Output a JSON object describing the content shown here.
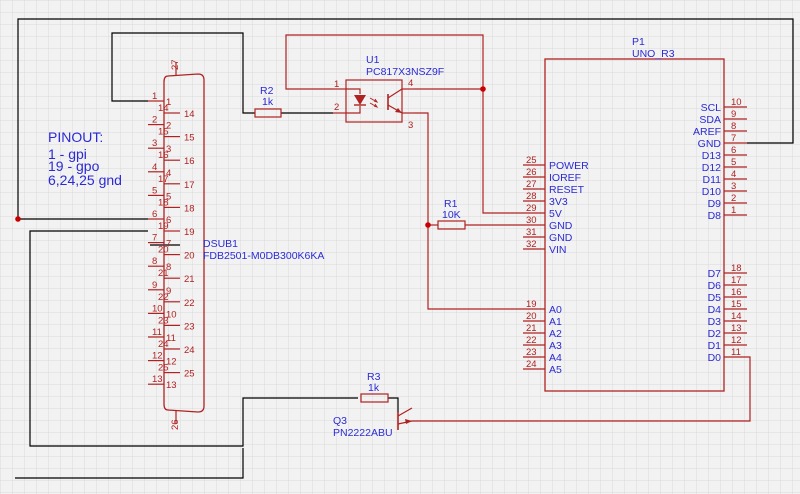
{
  "colors": {
    "background": "#f2f2f2",
    "grid": "#d4d4d4",
    "wire": "#000000",
    "component": "#b02222",
    "text": "#2b2bd6",
    "junction": "#c80000"
  },
  "notes": {
    "pinout": [
      "PINOUT:",
      "1 - gpi",
      "19 - gpo",
      "6,24,25 gnd"
    ]
  },
  "dsub": {
    "ref": "DSUB1",
    "value": "FDB2501-M0DB300K6KA",
    "pin_top": "27",
    "pin_bottom": "26",
    "left_pins": [
      "1",
      "2",
      "3",
      "4",
      "5",
      "6",
      "7",
      "8",
      "9",
      "10",
      "11",
      "12",
      "13"
    ],
    "right_pins": [
      "14",
      "15",
      "16",
      "17",
      "18",
      "19",
      "20",
      "21",
      "22",
      "23",
      "24",
      "25"
    ]
  },
  "r2": {
    "ref": "R2",
    "value": "1k"
  },
  "r1": {
    "ref": "R1",
    "value": "10K"
  },
  "r3": {
    "ref": "R3",
    "value": "1k"
  },
  "u1": {
    "ref": "U1",
    "value": "PC817X3NSZ9F",
    "pins": [
      "1",
      "2",
      "3",
      "4"
    ]
  },
  "q3": {
    "ref": "Q3",
    "value": "PN2222ABU"
  },
  "p1": {
    "ref": "P1",
    "value": "UNO_R3",
    "left_top": [
      {
        "name": "POWER",
        "num": "25"
      },
      {
        "name": "IOREF",
        "num": "26"
      },
      {
        "name": "RESET",
        "num": "27"
      },
      {
        "name": "3V3",
        "num": "28"
      },
      {
        "name": "5V",
        "num": "29"
      },
      {
        "name": "GND",
        "num": "30"
      },
      {
        "name": "GND",
        "num": "31"
      },
      {
        "name": "VIN",
        "num": "32"
      }
    ],
    "left_bottom": [
      {
        "name": "A0",
        "num": "19"
      },
      {
        "name": "A1",
        "num": "20"
      },
      {
        "name": "A2",
        "num": "21"
      },
      {
        "name": "A3",
        "num": "22"
      },
      {
        "name": "A4",
        "num": "23"
      },
      {
        "name": "A5",
        "num": "24"
      }
    ],
    "right_top": [
      {
        "name": "SCL",
        "num": "10"
      },
      {
        "name": "SDA",
        "num": "9"
      },
      {
        "name": "AREF",
        "num": "8"
      },
      {
        "name": "GND",
        "num": "7"
      },
      {
        "name": "D13",
        "num": "6"
      },
      {
        "name": "D12",
        "num": "5"
      },
      {
        "name": "D11",
        "num": "4"
      },
      {
        "name": "D10",
        "num": "3"
      },
      {
        "name": "D9",
        "num": "2"
      },
      {
        "name": "D8",
        "num": "1"
      }
    ],
    "right_bottom": [
      {
        "name": "D7",
        "num": "18"
      },
      {
        "name": "D6",
        "num": "17"
      },
      {
        "name": "D5",
        "num": "16"
      },
      {
        "name": "D4",
        "num": "15"
      },
      {
        "name": "D3",
        "num": "14"
      },
      {
        "name": "D2",
        "num": "13"
      },
      {
        "name": "D1",
        "num": "12"
      },
      {
        "name": "D0",
        "num": "11"
      }
    ]
  }
}
